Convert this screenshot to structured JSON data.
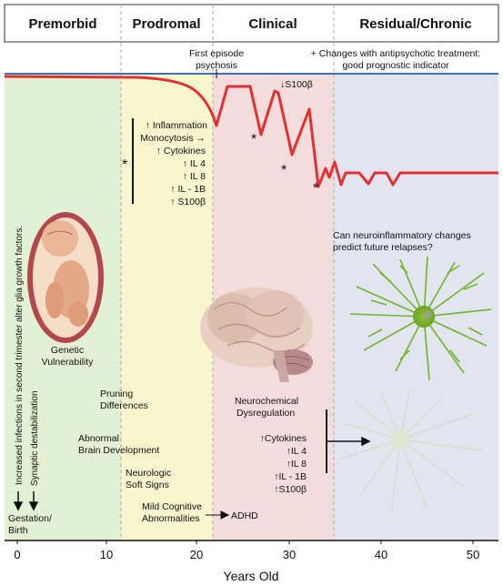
{
  "phases": [
    {
      "label": "Premorbid",
      "color": "#e2f0d4"
    },
    {
      "label": "Prodromal",
      "color": "#f8f6cf"
    },
    {
      "label": "Clinical",
      "color": "#f4dcdc"
    },
    {
      "label": "Residual/Chronic",
      "color": "#e2e5ef"
    }
  ],
  "annotations": {
    "first_episode": [
      "First episode",
      "psychosis"
    ],
    "treatment": [
      "+ Changes with antipsychotic treatment:",
      "good prognostic indicator"
    ],
    "s100b_top": "↓S100β",
    "relapse_question": [
      "Can neuroinflammatory changes",
      "predict future relapses?"
    ],
    "prodromal_markers": [
      "↑ Inflammation",
      "Monocytosis →",
      "↑ Cytokines",
      "↑ IL 4",
      "↑ IL 8",
      "↑ IL - 1B",
      "↑ S100β"
    ],
    "asterisk": "*",
    "infections": "Increased infections in second trimester alter glia growth factors.",
    "synaptic": "Synaptic destabilization",
    "gestation": [
      "Gestation/",
      "Birth"
    ],
    "genetic": [
      "Genetic",
      "Vulnerability"
    ],
    "pruning": [
      "Pruning",
      "Differences"
    ],
    "abnormal": [
      "Abnormal",
      "Brain Development"
    ],
    "neurologic": [
      "Neurologic",
      "Soft Signs"
    ],
    "cognitive": [
      "Mild Cognitive",
      "Abnormalities"
    ],
    "adhd": "ADHD",
    "neurochemical": [
      "Neurochemical",
      "Dysregulation"
    ],
    "clinical_markers": [
      "↑Cytokines",
      "↑IL 4",
      "↑IL 8",
      "↑IL - 1B",
      "↑S100β"
    ]
  },
  "axis": {
    "ticks": [
      "0",
      "10",
      "20",
      "30",
      "40",
      "50"
    ],
    "label": "Years Old"
  }
}
